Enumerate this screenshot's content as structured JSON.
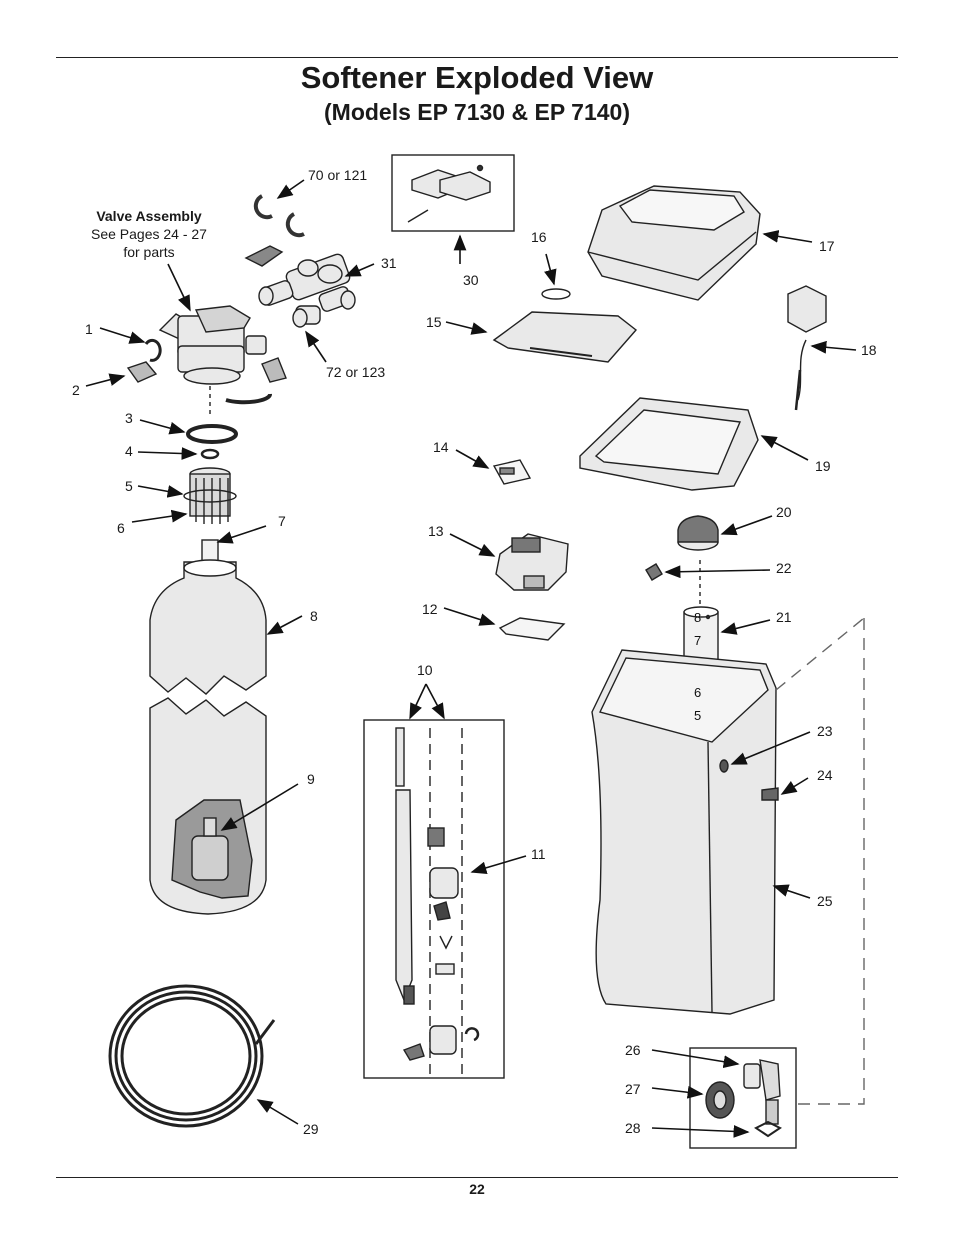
{
  "header": {
    "title": "Softener Exploded View",
    "subtitle": "(Models EP 7130  &  EP 7140)"
  },
  "valve_note": {
    "heading": "Valve Assembly",
    "line1": "See Pages 24 - 27",
    "line2": "for parts"
  },
  "callouts": {
    "c1": "1",
    "c2": "2",
    "c3": "3",
    "c4": "4",
    "c5": "5",
    "c6": "6",
    "c7": "7",
    "c8": "8",
    "c9": "9",
    "c10": "10",
    "c11": "11",
    "c12": "12",
    "c13": "13",
    "c14": "14",
    "c15": "15",
    "c16": "16",
    "c17": "17",
    "c18": "18",
    "c19": "19",
    "c20": "20",
    "c21": "21",
    "c22": "22",
    "c23": "23",
    "c24": "24",
    "c25": "25",
    "c26": "26",
    "c27": "27",
    "c28": "28",
    "c29": "29",
    "c30": "30",
    "c31": "31",
    "c70": "70 or 121",
    "c72": "72 or 123"
  },
  "tube_scale": [
    "8",
    "7",
    "6",
    "5"
  ],
  "footer": {
    "page_number": "22"
  }
}
